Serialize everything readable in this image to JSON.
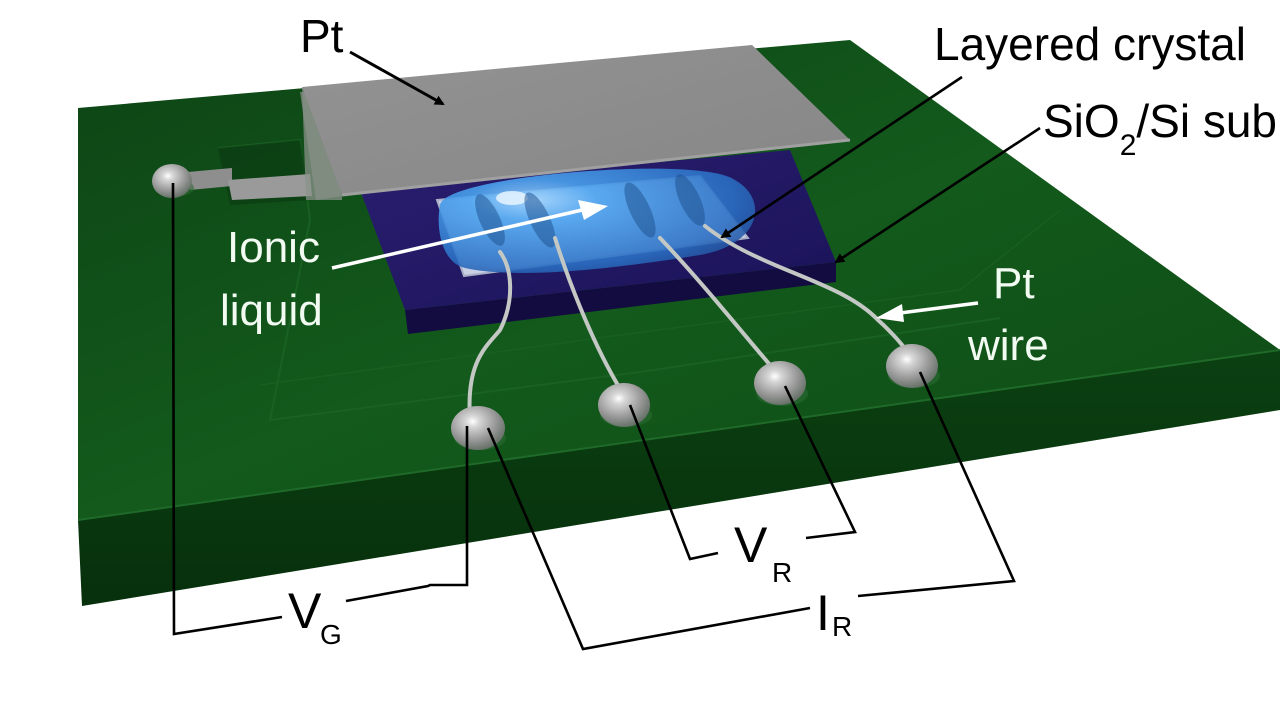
{
  "figure": {
    "type": "device-schematic",
    "description": "3D schematic of an ionic-liquid gated layered crystal device on a circuit board"
  },
  "labels": {
    "pt_electrode": "Pt",
    "layered_crystal": "Layered crystal",
    "substrate_prefix": "SiO",
    "substrate_subscript": "2",
    "substrate_suffix": "/Si sub",
    "ionic_liquid_line1": "Ionic",
    "ionic_liquid_line2": "liquid",
    "pt_wire_line1": "Pt",
    "pt_wire_line2": "wire"
  },
  "measurements": {
    "gate_voltage": {
      "symbol": "V",
      "subscript": "G"
    },
    "resistance_voltage": {
      "symbol": "V",
      "subscript": "R"
    },
    "resistance_current": {
      "symbol": "I",
      "subscript": "R"
    }
  },
  "colors": {
    "board_top": "#0f4a16",
    "board_front": "#0a3a10",
    "pt_plate": "#8c8c8c",
    "substrate": "#1e1660",
    "crystal": "#c9d0e6",
    "ionic_liquid": "#3d8fe0",
    "wire": "#c4c8c4"
  },
  "contact_pads": [
    {
      "name": "gate-pad"
    },
    {
      "name": "pad-1"
    },
    {
      "name": "pad-2"
    },
    {
      "name": "pad-3"
    },
    {
      "name": "pad-4"
    }
  ]
}
